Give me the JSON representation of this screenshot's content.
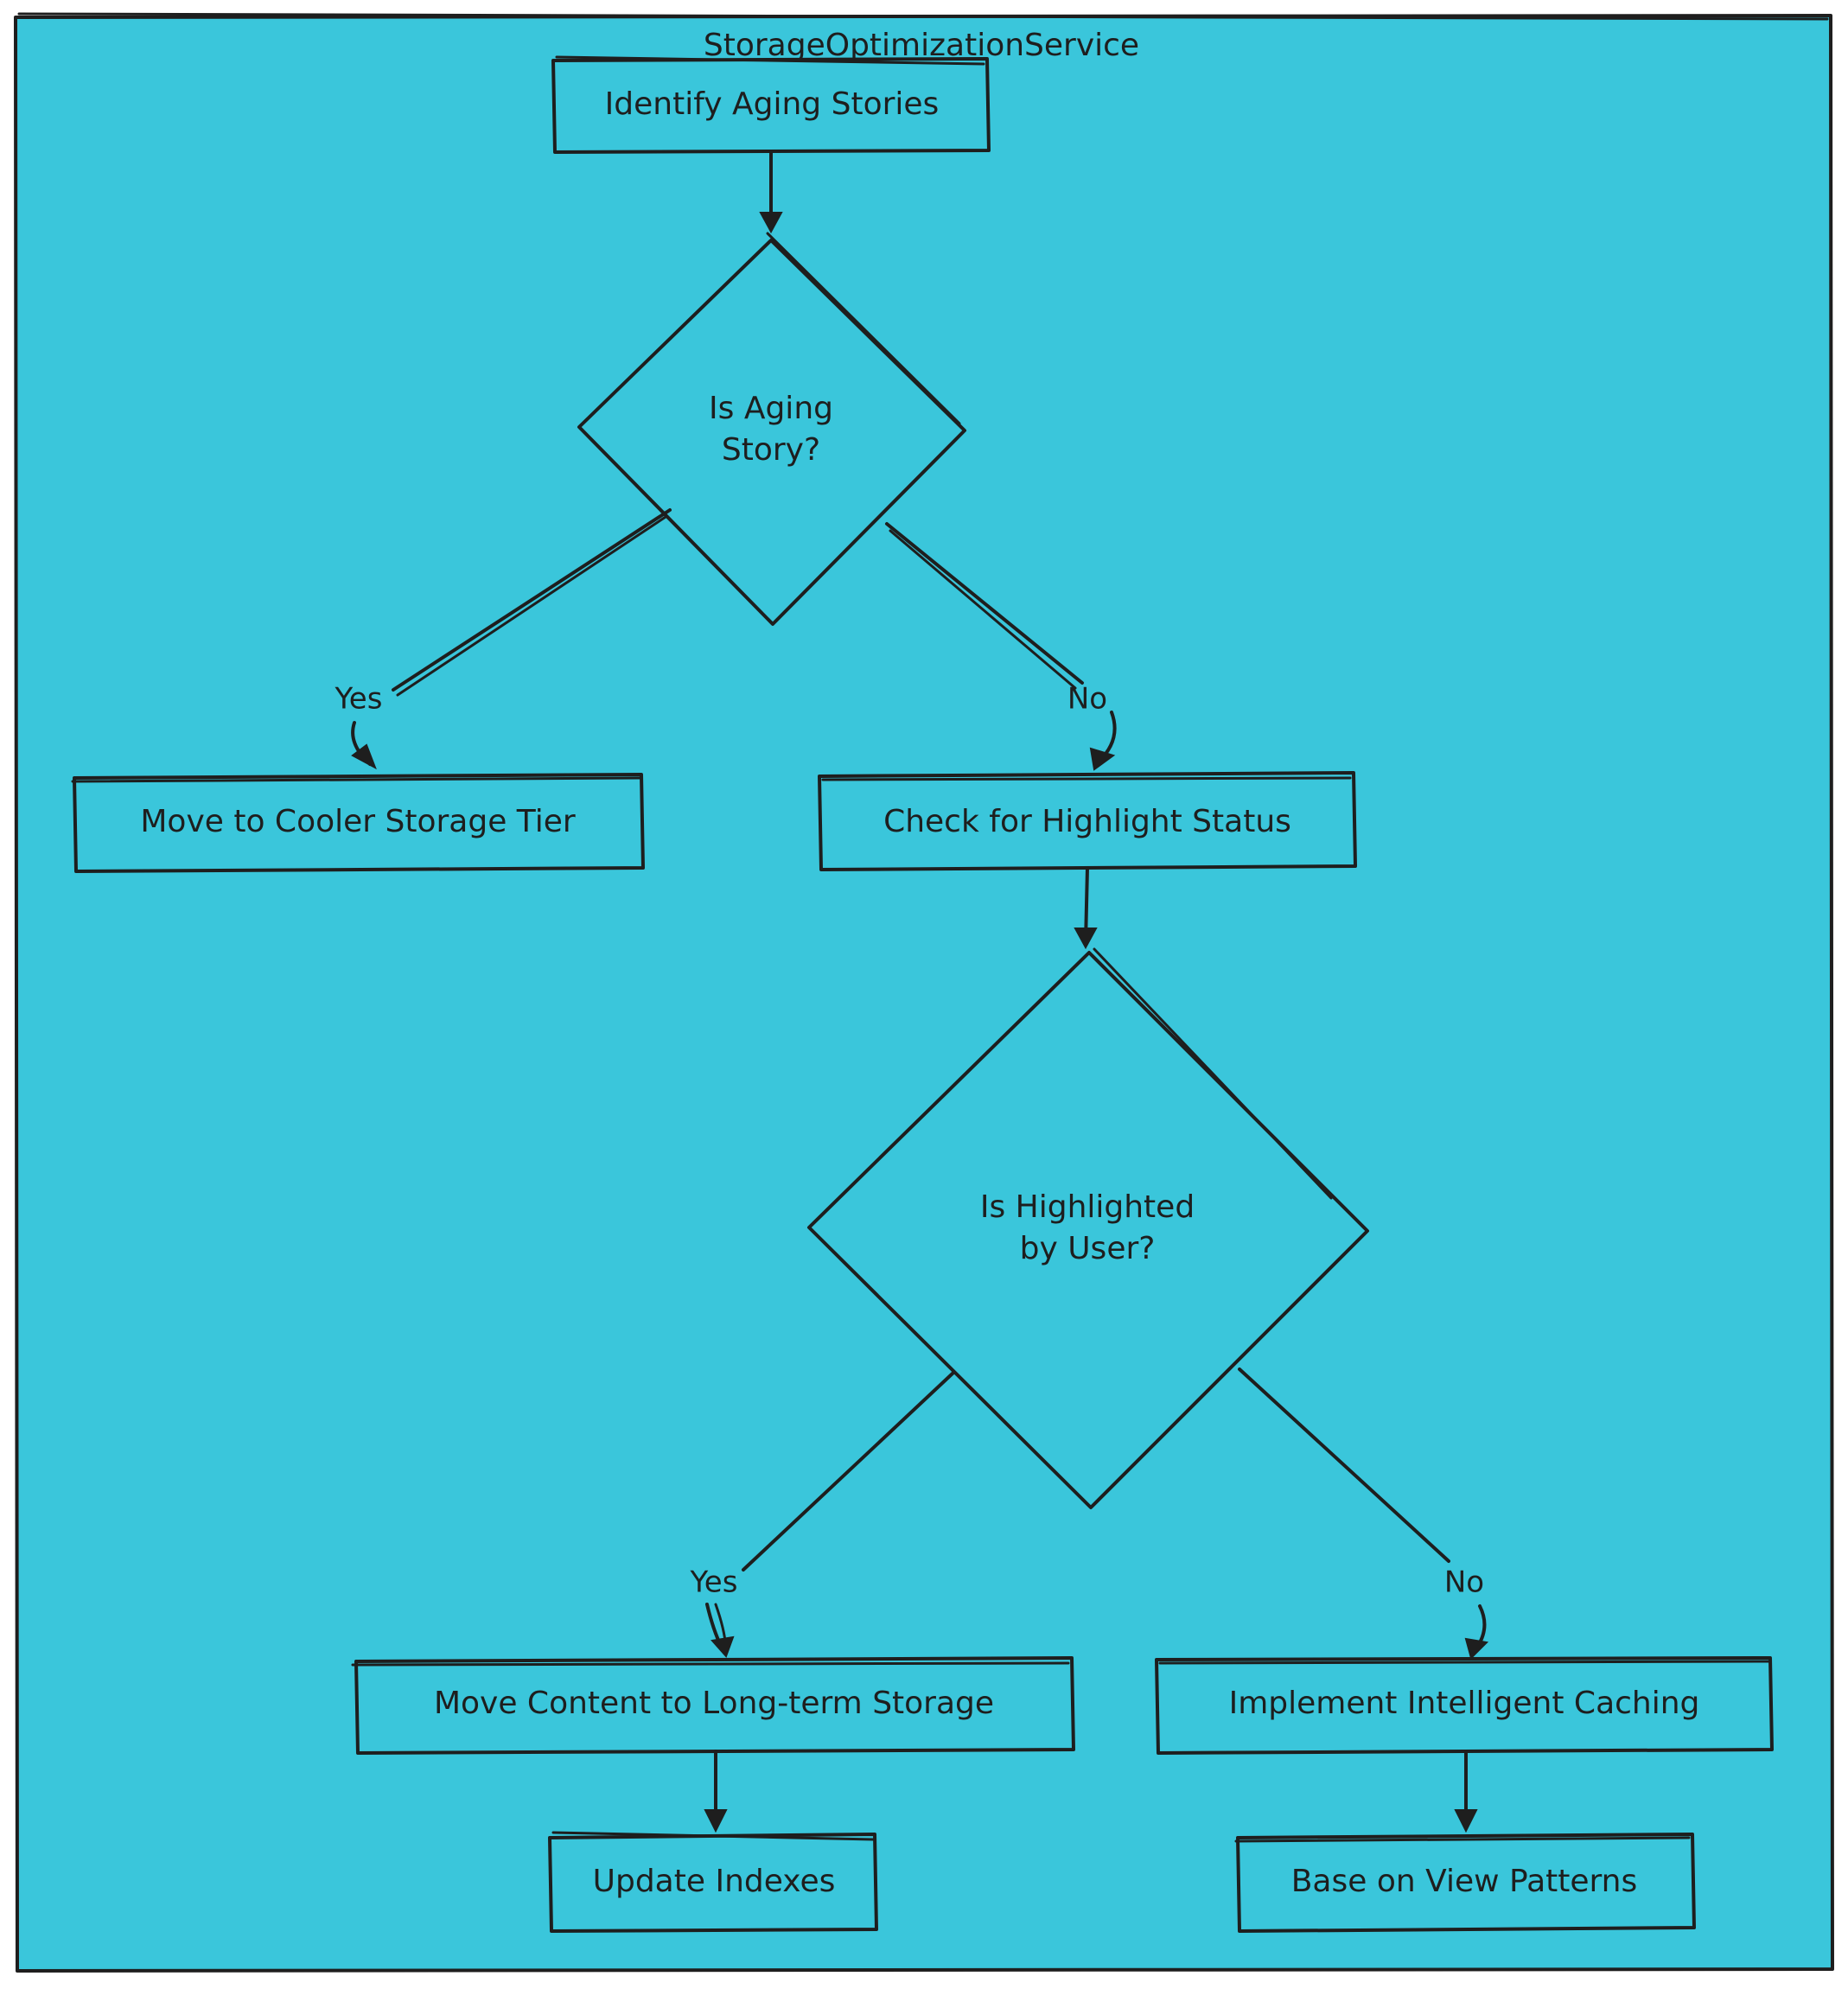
{
  "diagram": {
    "container_title": "StorageOptimizationService",
    "background_color": "#3ac6db",
    "stroke_color": "#1e1e1e",
    "nodes": {
      "identify": "Identify Aging Stories",
      "is_aging_line1": "Is Aging",
      "is_aging_line2": "Story?",
      "move_cooler": "Move to Cooler Storage Tier",
      "check_highlight": "Check for Highlight Status",
      "is_highlighted_line1": "Is Highlighted",
      "is_highlighted_line2": "by User?",
      "move_longterm": "Move Content to Long-term Storage",
      "implement_caching": "Implement Intelligent Caching",
      "update_indexes": "Update Indexes",
      "base_view_patterns": "Base on View Patterns"
    },
    "edge_labels": {
      "aging_yes": "Yes",
      "aging_no": "No",
      "highlight_yes": "Yes",
      "highlight_no": "No"
    }
  }
}
